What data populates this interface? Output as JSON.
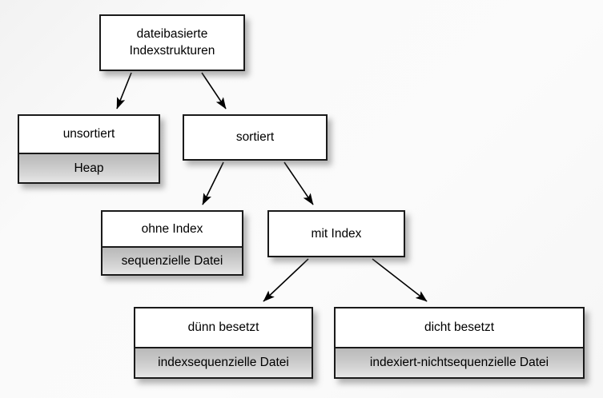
{
  "diagram": {
    "title_text": "dateibasierte Indexstrukturen",
    "background_color": "#f7f7f7",
    "border_color": "#1a1a1a",
    "leaf_fill_color": "#cccccc",
    "nodes": {
      "root": {
        "title": "dateibasierte\nIndexstrukturen"
      },
      "unsortiert": {
        "title": "unsortiert",
        "leaf": "Heap"
      },
      "sortiert": {
        "title": "sortiert"
      },
      "ohne_index": {
        "title": "ohne Index",
        "leaf": "sequenzielle Datei"
      },
      "mit_index": {
        "title": "mit Index"
      },
      "duenn": {
        "title": "dünn besetzt",
        "leaf": "indexsequenzielle Datei"
      },
      "dicht": {
        "title": "dicht besetzt",
        "leaf": "indexiert-nichtsequenzielle Datei"
      }
    },
    "edges": [
      {
        "from": "root",
        "to": "unsortiert"
      },
      {
        "from": "root",
        "to": "sortiert"
      },
      {
        "from": "sortiert",
        "to": "ohne_index"
      },
      {
        "from": "sortiert",
        "to": "mit_index"
      },
      {
        "from": "mit_index",
        "to": "duenn"
      },
      {
        "from": "mit_index",
        "to": "dicht"
      }
    ]
  }
}
